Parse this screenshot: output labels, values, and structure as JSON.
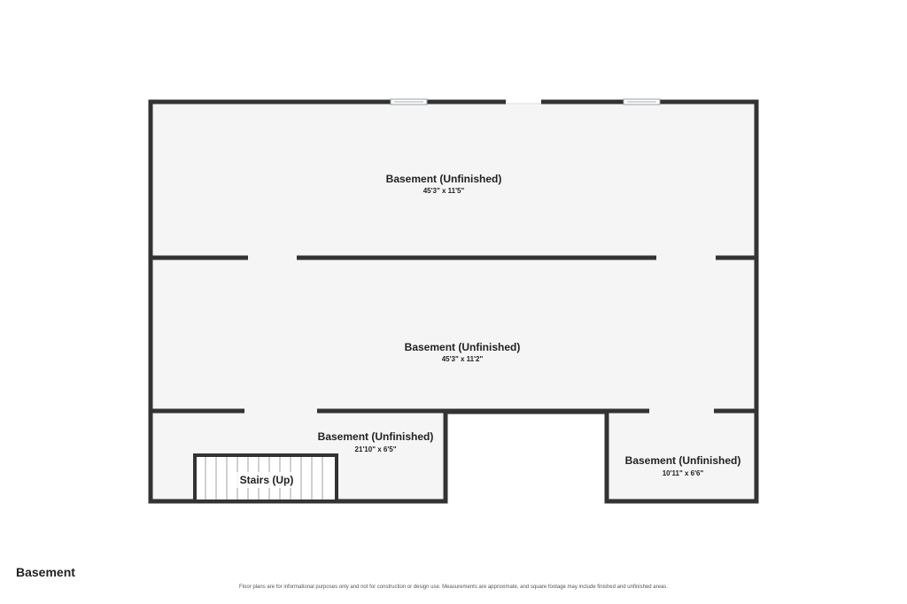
{
  "floor_label": "Basement",
  "disclaimer": "Floor plans are for informational purposes only and not for construction or design use. Measurements are approximate, and square footage may include finished and unfinished areas.",
  "rooms": [
    {
      "name": "Basement (Unfinished)",
      "dimensions": "45'3\" x 11'5\""
    },
    {
      "name": "Basement (Unfinished)",
      "dimensions": "45'3\" x 11'2\""
    },
    {
      "name": "Basement (Unfinished)",
      "dimensions": "21'10\" x 6'5\""
    },
    {
      "name": "Basement (Unfinished)",
      "dimensions": "10'11\" x 6'6\""
    },
    {
      "name": "Stairs (Up)"
    }
  ],
  "colors": {
    "wall": "#333333",
    "floor": "#f5f5f5",
    "window": "#cfd8dc"
  }
}
